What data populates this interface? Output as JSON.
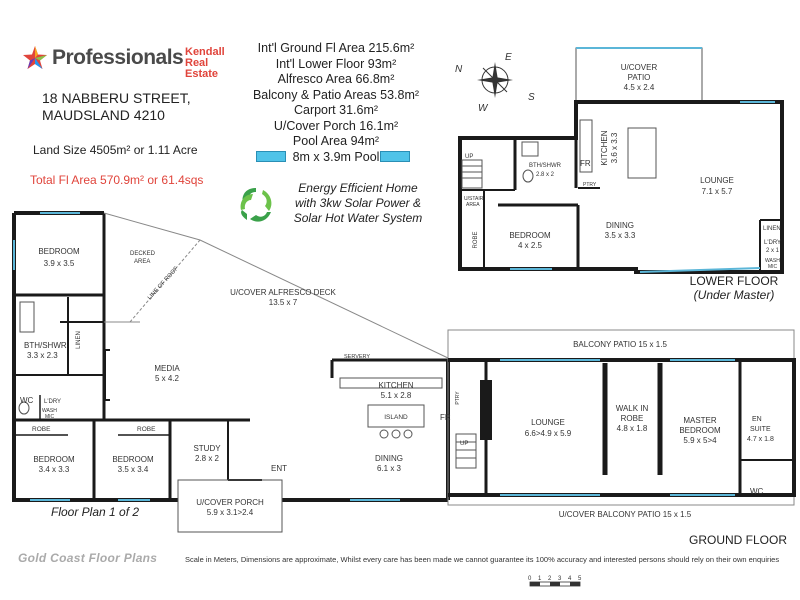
{
  "brand": {
    "name": "Professionals",
    "sub_line1": "Kendall",
    "sub_line2": "Real Estate"
  },
  "address": {
    "line1": "18 NABBERU STREET,",
    "line2": "MAUDSLAND 4210"
  },
  "land_size": "Land Size 4505m² or 1.11 Acre",
  "total_area": "Total Fl Area 570.9m² or 61.4sqs",
  "areas": [
    "Int'l Ground Fl Area 215.6m²",
    "Int'l Lower Floor 93m²",
    "Alfresco Area 66.8m²",
    "Balcony & Patio Areas 53.8m²",
    "Carport 31.6m²",
    "U/Cover Porch 16.1m²",
    "Pool Area 94m²"
  ],
  "pool": "8m x 3.9m Pool",
  "energy": [
    "Energy Efficient Home",
    "with 3kw Solar Power &",
    "Solar Hot Water System"
  ],
  "compass": {
    "n": "N",
    "e": "E",
    "s": "S",
    "w": "W"
  },
  "lower_floor": {
    "label": "LOWER FLOOR",
    "sub": "(Under Master)",
    "patio": {
      "name": "U/COVER",
      "name2": "PATIO",
      "dim": "4.5 x 2.4"
    },
    "kitchen": {
      "name": "KITCHEN",
      "dim": "3.6 x 3.3"
    },
    "lounge": {
      "name": "LOUNGE",
      "dim": "7.1 x 5.7"
    },
    "bath": {
      "name": "BTH/SHWR",
      "dim": "2.8 x 2"
    },
    "fr": "FR",
    "pty": "PTRY",
    "up": "UP",
    "ustair": "U/STAIR",
    "ustair2": "AREA",
    "robe": "ROBE",
    "bedroom": {
      "name": "BEDROOM",
      "dim": "4 x 2.5"
    },
    "dining": {
      "name": "DINING",
      "dim": "3.5 x 3.3"
    },
    "linen": "LINEN",
    "ldry": {
      "name": "L'DRY",
      "dim": "2 x 1"
    },
    "wash": "WASH",
    "mic": "MIC"
  },
  "ground": {
    "bedroom1": {
      "name": "BEDROOM",
      "dim": "3.9 x 3.5"
    },
    "decked": {
      "name": "DECKED",
      "name2": "AREA"
    },
    "line_of_roof": "LINE OF ROOF",
    "alfresco": {
      "name": "U/COVER ALFRESCO DECK",
      "dim": "13.5 x 7"
    },
    "bath": {
      "name": "BTH/SHWR",
      "dim": "3.3 x 2.3"
    },
    "linen": "LINEN",
    "media": {
      "name": "MEDIA",
      "dim": "5 x 4.2"
    },
    "wc": "WC",
    "ldry": "L'DRY",
    "wash": "WASH",
    "mic": "MIC",
    "robe1": "ROBE",
    "robe2": "ROBE",
    "bedroom2": {
      "name": "BEDROOM",
      "dim": "3.4 x 3.3"
    },
    "bedroom3": {
      "name": "BEDROOM",
      "dim": "3.5 x 3.4"
    },
    "study": {
      "name": "STUDY",
      "dim": "2.8 x 2"
    },
    "ent": "ENT",
    "porch": {
      "name": "U/COVER PORCH",
      "dim": "5.9 x 3.1>2.4"
    },
    "servery": "SERVERY",
    "kitchen": {
      "name": "KITCHEN",
      "dim": "5.1 x 2.8"
    },
    "island": "ISLAND",
    "fr": "FR",
    "pty": "PTRY",
    "up": "UP",
    "dining": {
      "name": "DINING",
      "dim": "6.1 x 3"
    },
    "balcony_top": "BALCONY PATIO 15 x 1.5",
    "lounge": {
      "name": "LOUNGE",
      "dim": "6.6>4.9 x 5.9"
    },
    "walkin": {
      "name": "WALK IN",
      "name2": "ROBE",
      "dim": "4.8 x 1.8"
    },
    "master": {
      "name": "MASTER",
      "name2": "BEDROOM",
      "dim": "5.9 x 5>4"
    },
    "ensuite": {
      "name": "EN",
      "name2": "SUITE",
      "dim": "4.7 x 1.8"
    },
    "wc2": "WC",
    "balcony_bottom": "U/COVER BALCONY PATIO 15 x 1.5"
  },
  "floor_plan_label": "Floor Plan 1 of 2",
  "ground_floor_label": "GROUND FLOOR",
  "footer": {
    "brand": "Gold Coast Floor Plans",
    "disclaimer": "Scale in Meters, Dimensions are approximate, Whilst every care has been made we cannot guarantee its 100% accuracy and interested persons should rely on their own enquiries",
    "scale": [
      "0",
      "1",
      "2",
      "3",
      "4",
      "5"
    ]
  },
  "colors": {
    "accent_red": "#e0443b",
    "wall": "#1a1a1a",
    "pool": "#4fc3e8",
    "window": "#5bb6d8",
    "leaf": "#3aa14a"
  }
}
